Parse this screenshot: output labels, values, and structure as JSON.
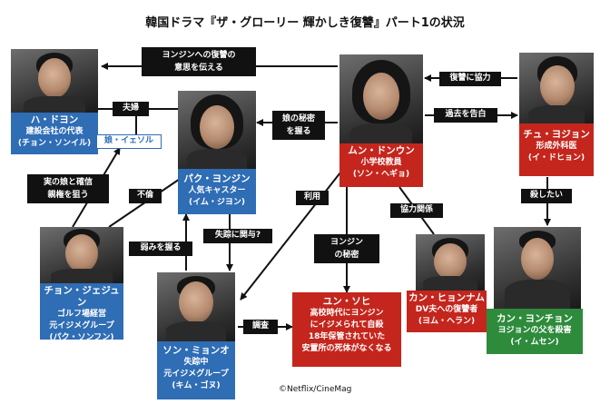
{
  "title": "韓国ドラマ『ザ・グローリー 輝かしき復讐』パート1の状況",
  "credit": "©Netflix/CineMag",
  "colors": {
    "blue": "#2f6db5",
    "red": "#c4261d",
    "green": "#2e8b3c",
    "label": "#111111"
  },
  "people": {
    "ha_doyoung": {
      "name": "ハ・ドヨン",
      "role": "建設会社の代表",
      "actor": "(チョン・ソンイル)"
    },
    "moon_dongeun": {
      "name": "ムン・ドンウン",
      "role": "小学校教員",
      "actor": "(ソン・ヘギョ)"
    },
    "joo_yeojeong": {
      "name": "チュ・ヨジョン",
      "role": "形成外科医",
      "actor": "(イ・ドヒョン)"
    },
    "park_yeonjin": {
      "name": "パク・ヨンジン",
      "role": "人気キャスター",
      "actor": "(イム・ジヨン)"
    },
    "jeon_jaejun": {
      "name": "チョン・ジェジュン",
      "role1": "ゴルフ場経営",
      "role2": "元イジメグループ",
      "actor": "(パク・ソンフン)"
    },
    "son_myeongo": {
      "name": "ソン・ミョンオ",
      "role1": "失踪中",
      "role2": "元イジメグループ",
      "actor": "(キム・ゴヌ)"
    },
    "kang_hyeonnam": {
      "name": "カン・ヒョンナム",
      "role": "DV夫への復讐者",
      "actor": "(ヨム・ヘラン)"
    },
    "kang_yeongcheon": {
      "name": "カン・ヨンチョン",
      "role": "ヨジョンの父を殺害",
      "actor": "(イ・ムセン)"
    }
  },
  "daughter": "娘・イェソル",
  "yoon_sohee": {
    "line1": "ユン・ソヒ",
    "line2": "高校時代にヨンジン",
    "line3": "にイジメられて自殺",
    "line4": "18年保管されていた",
    "line5": "安置所の死体がなくなる"
  },
  "relations": {
    "revenge_intent_1": "ヨンジンへの復讐の",
    "revenge_intent_2": "意思を伝える",
    "cooperate": "復讐に協力",
    "couple": "夫婦",
    "secret_daughter_1": "娘の秘密",
    "secret_daughter_2": "を握る",
    "confess": "過去を告白",
    "real_daughter_1": "実の娘と確信",
    "real_daughter_2": "親権を狙う",
    "affair": "不倫",
    "use": "利用",
    "cooperation_rel": "協力関係",
    "want_kill": "殺したい",
    "secret_yj_1": "ヨンジン",
    "secret_yj_2": "の秘密",
    "weakness": "弱みを握る",
    "involved": "失踪に関与?",
    "investigate": "調査"
  }
}
